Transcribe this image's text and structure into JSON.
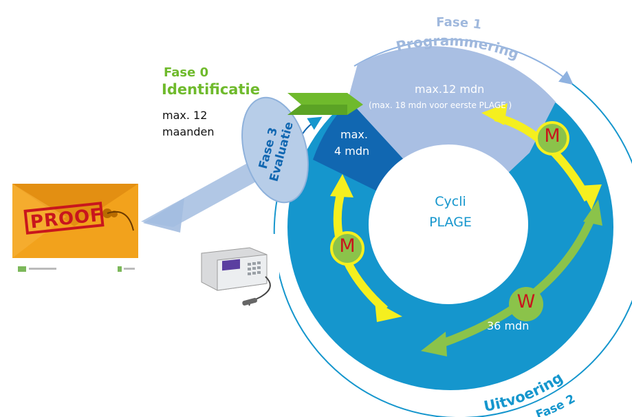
{
  "phase0": {
    "title": "Fase 0",
    "subtitle": "Identificatie",
    "duration_line1": "max. 12",
    "duration_line2": "maanden"
  },
  "phase1": {
    "title": "Fase 1",
    "name": "Programmering",
    "duration": "max.12 mdn",
    "note": "(max. 18 mdn voor eerste PLAGE )"
  },
  "phase2": {
    "title": "Fase 2",
    "name": "Uitvoering",
    "duration": "36 mdn"
  },
  "phase3": {
    "title": "Fase 3",
    "name": "Evaluatie",
    "duration_line1": "max.",
    "duration_line2": "4 mdn"
  },
  "center": {
    "line1": "Cycli",
    "line2": "PLAGE"
  },
  "markers": {
    "m_top": "M",
    "m_left": "M",
    "w": "W"
  },
  "photos": {
    "proof_stamp": "PROOF"
  },
  "colors": {
    "ring_blue": "#1596cd",
    "light_blue": "#a9bfe3",
    "dark_blue": "#1167b1",
    "green": "#6fba2c",
    "yellow": "#f5ef1f",
    "marker_red": "#c8161d",
    "evaluation_ellipse": "#b7cde8",
    "outer_arc": "#6fb6dd"
  }
}
